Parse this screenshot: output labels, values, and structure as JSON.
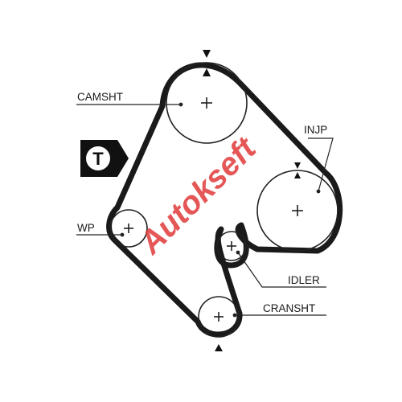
{
  "labels": {
    "camshaft": "CAMSHT",
    "injection_pump": "INJP",
    "water_pump": "WP",
    "idler": "IDLER",
    "crankshaft": "CRANSHT"
  },
  "tensioner_badge": {
    "letter": "T",
    "icon": "tensioner-icon"
  },
  "watermark": {
    "text": "Autokseft",
    "color": "#e03a3a"
  },
  "colors": {
    "belt": "#1a1a1a",
    "pulley": "#222222",
    "background": "#ffffff"
  }
}
